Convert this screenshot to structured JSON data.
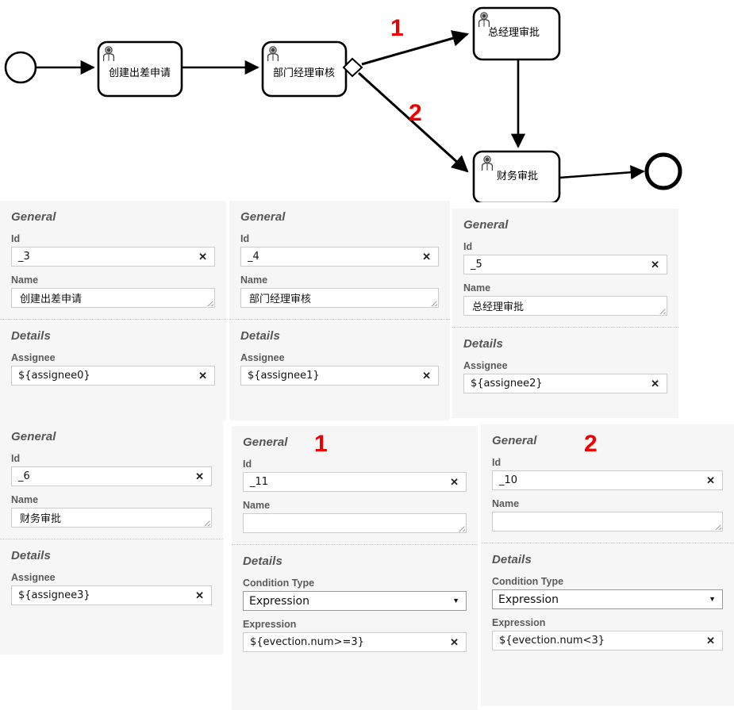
{
  "diagram": {
    "type": "bpmn-workflow",
    "nodes": [
      {
        "id": "start",
        "kind": "start-event",
        "label": ""
      },
      {
        "id": "task1",
        "kind": "user-task",
        "label": "创建出差申请"
      },
      {
        "id": "task2",
        "kind": "user-task",
        "label": "部门经理审核"
      },
      {
        "id": "gateway",
        "kind": "exclusive-gateway",
        "label": ""
      },
      {
        "id": "task3",
        "kind": "user-task",
        "label": "总经理审批"
      },
      {
        "id": "task4",
        "kind": "user-task",
        "label": "财务审批"
      },
      {
        "id": "end",
        "kind": "end-event",
        "label": ""
      }
    ],
    "flows": [
      {
        "from": "start",
        "to": "task1",
        "label": ""
      },
      {
        "from": "task1",
        "to": "task2",
        "label": ""
      },
      {
        "from": "gateway",
        "to": "task3",
        "label": "1"
      },
      {
        "from": "gateway",
        "to": "task4",
        "label": "2"
      },
      {
        "from": "task3",
        "to": "task4",
        "label": ""
      },
      {
        "from": "task4",
        "to": "end",
        "label": ""
      }
    ],
    "annotations": [
      {
        "text": "1",
        "color": "#ee0000"
      },
      {
        "text": "2",
        "color": "#ee0000"
      }
    ]
  },
  "labels": {
    "general": "General",
    "details": "Details",
    "id": "Id",
    "name": "Name",
    "assignee": "Assignee",
    "condition_type": "Condition Type",
    "expression": "Expression",
    "clear": "✕",
    "dropdown_arrow": "▼"
  },
  "panels": [
    {
      "key": "panel_task1",
      "general": {
        "id": "_3",
        "name": "创建出差申请"
      },
      "details": {
        "assignee": "${assignee0}"
      }
    },
    {
      "key": "panel_task2",
      "general": {
        "id": "_4",
        "name": "部门经理审核"
      },
      "details": {
        "assignee": "${assignee1}"
      }
    },
    {
      "key": "panel_task3",
      "general": {
        "id": "_5",
        "name": "总经理审批"
      },
      "details": {
        "assignee": "${assignee2}"
      }
    },
    {
      "key": "panel_task4",
      "general": {
        "id": "_6",
        "name": "财务审批"
      },
      "details": {
        "assignee": "${assignee3}"
      }
    },
    {
      "key": "panel_flow1",
      "annotation": "1",
      "general": {
        "id": "_11",
        "name": ""
      },
      "details": {
        "condition_type": "Expression",
        "expression": "${evection.num>=3}"
      }
    },
    {
      "key": "panel_flow2",
      "annotation": "2",
      "general": {
        "id": "_10",
        "name": ""
      },
      "details": {
        "condition_type": "Expression",
        "expression": "${evection.num<3}"
      }
    }
  ],
  "colors": {
    "panel_bg": "#f6f6f6",
    "input_bg": "#ffffff",
    "input_border": "#cccccc",
    "label_text": "#5a5a5a",
    "annotation_red": "#ee0000",
    "diagram_stroke": "#000000"
  }
}
